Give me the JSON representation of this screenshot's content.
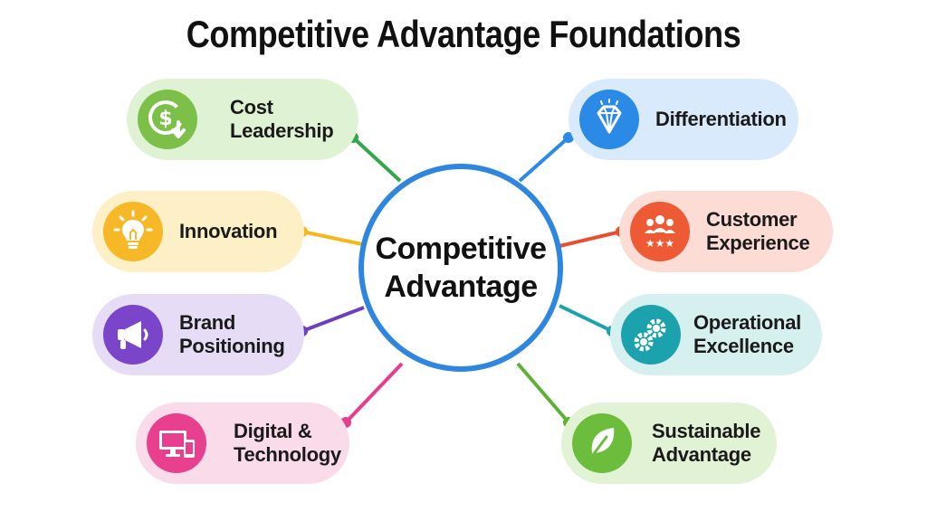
{
  "title": "Competitive Advantage Foundations",
  "center": {
    "label": "Competitive\nAdvantage",
    "ring_color": "#2e86de"
  },
  "nodes": [
    {
      "id": "cost-leadership",
      "label": "Cost\nLeadership",
      "icon": "dollar-down-icon",
      "bg": "#dff2d4",
      "badge": "#7cc04a",
      "line": "#31a84a"
    },
    {
      "id": "innovation",
      "label": "Innovation",
      "icon": "lightbulb-icon",
      "bg": "#fdf0c6",
      "badge": "#f6b826",
      "line": "#f5b81a"
    },
    {
      "id": "brand-positioning",
      "label": "Brand\nPositioning",
      "icon": "megaphone-icon",
      "bg": "#e6dcf6",
      "badge": "#7a45c8",
      "line": "#6b3fc0"
    },
    {
      "id": "digital-technology",
      "label": "Digital &\nTechnology",
      "icon": "devices-icon",
      "bg": "#fadbe9",
      "badge": "#e8408e",
      "line": "#e83d8c"
    },
    {
      "id": "differentiation",
      "label": "Differentiation",
      "icon": "diamond-icon",
      "bg": "#d8eafc",
      "badge": "#2a8ae6",
      "line": "#2a8ae6"
    },
    {
      "id": "customer-experience",
      "label": "Customer\nExperience",
      "icon": "people-stars-icon",
      "bg": "#fcdcd4",
      "badge": "#ee5a33",
      "line": "#e84f2c"
    },
    {
      "id": "operational-excellence",
      "label": "Operational\nExcellence",
      "icon": "gears-icon",
      "bg": "#d6f0f0",
      "badge": "#1ba2ad",
      "line": "#1ba2ad"
    },
    {
      "id": "sustainable-advantage",
      "label": "Sustainable\nAdvantage",
      "icon": "leaf-icon",
      "bg": "#e2f2d4",
      "badge": "#6cbd3c",
      "line": "#5fb036"
    }
  ]
}
